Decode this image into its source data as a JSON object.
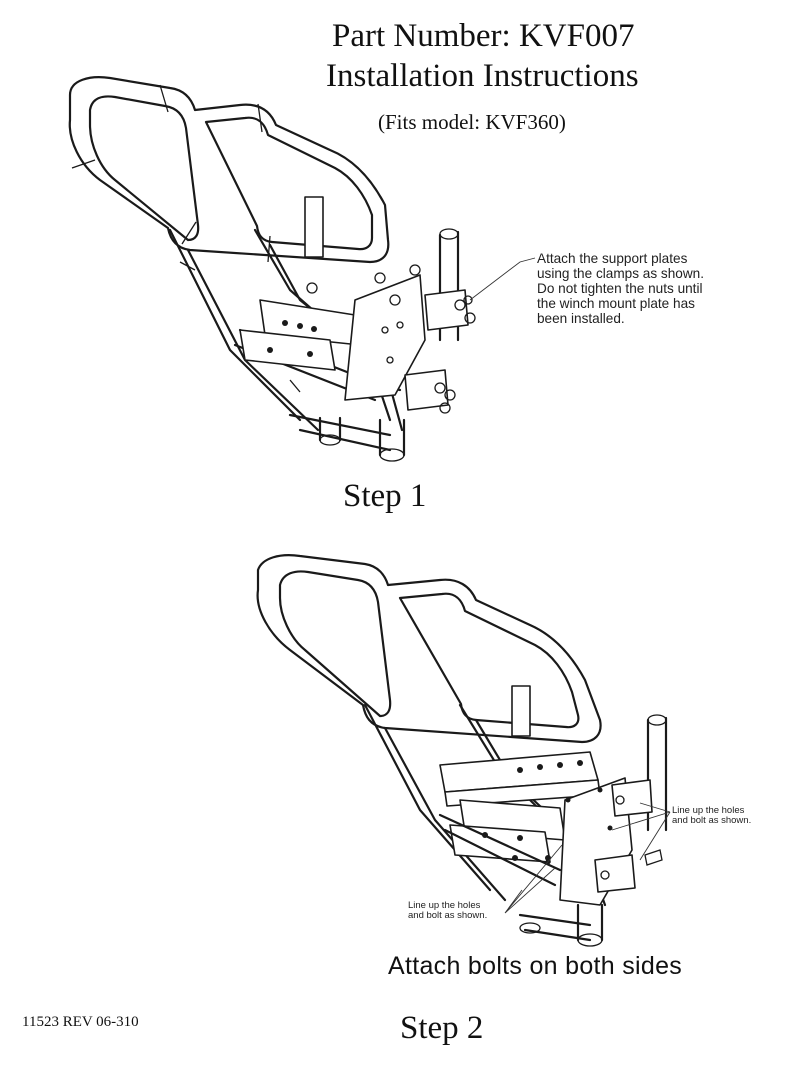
{
  "header": {
    "title_line1": "Part Number: KVF007",
    "title_line2": "Installation Instructions",
    "fits": "(Fits model:  KVF360)"
  },
  "step1": {
    "label": "Step 1",
    "note_lines": [
      "Attach the support plates",
      "using the clamps as shown.",
      "Do not tighten the nuts until",
      "the winch mount plate has",
      "been installed."
    ]
  },
  "step2": {
    "label": "Step 2",
    "note_right": [
      "Line up the holes",
      "and bolt as shown."
    ],
    "note_left": [
      "Line up the holes",
      "and bolt as shown."
    ],
    "caption": "Attach bolts on both sides"
  },
  "footer": {
    "doc_number": "11523 REV 06-310"
  }
}
